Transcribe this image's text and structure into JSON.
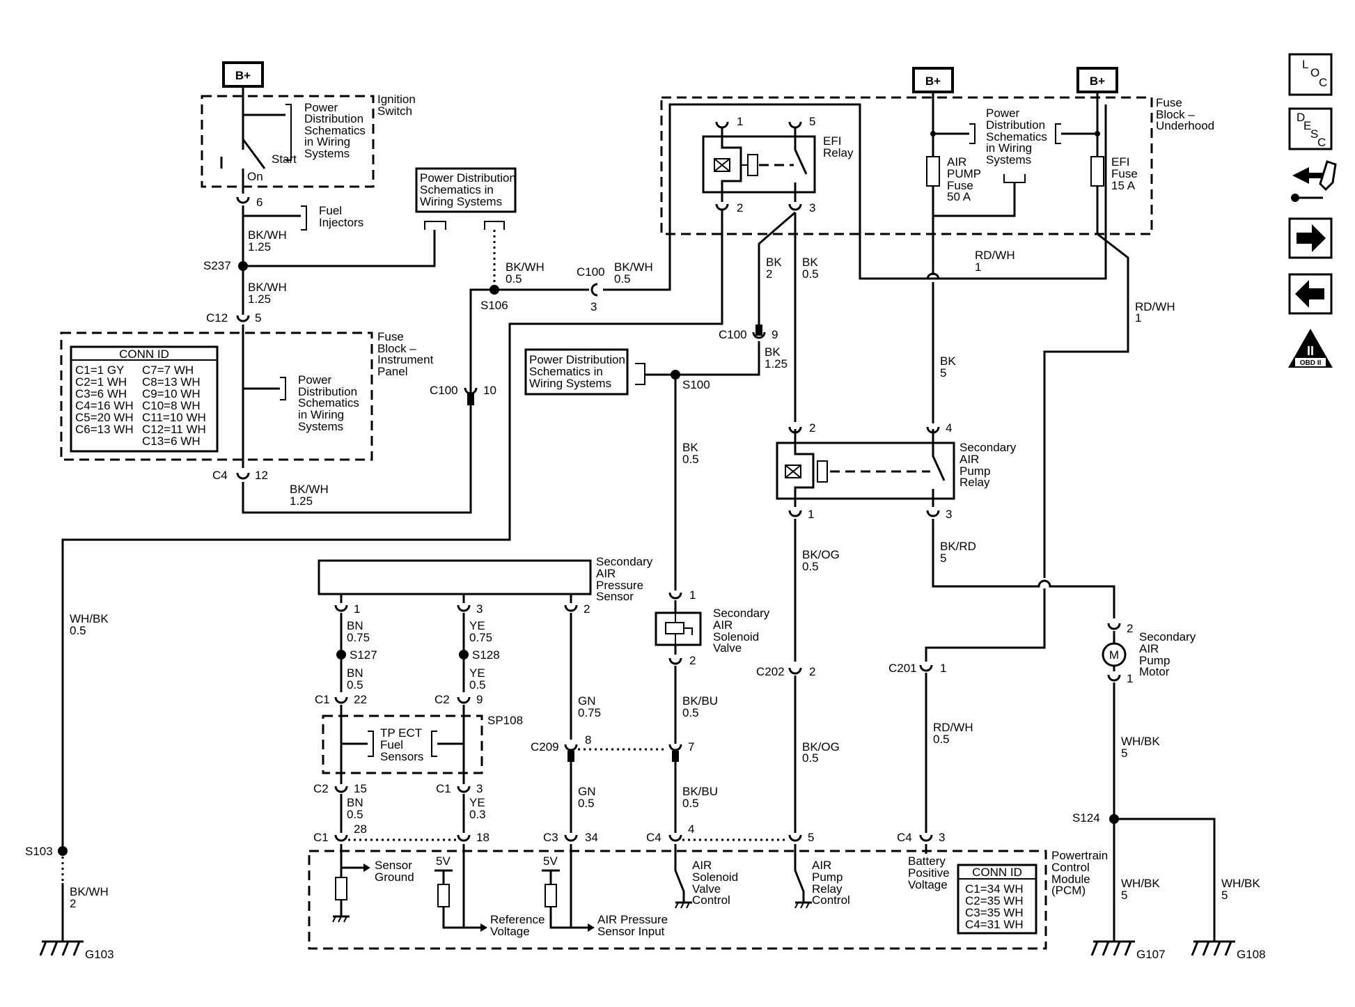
{
  "bplus": [
    "B+",
    "B+",
    "B+"
  ],
  "ignition": {
    "title": [
      "Ignition",
      "Switch"
    ],
    "pds": [
      "Power",
      "Distribution",
      "Schematics",
      "in Wiring",
      "Systems"
    ],
    "start": "Start",
    "on": "On",
    "pin": "6",
    "fuel": [
      "Fuel",
      "Injectors"
    ]
  },
  "pds_box_left": [
    "Power Distribution",
    "Schematics in",
    "Wiring Systems"
  ],
  "pds_box_mid": [
    "Power Distribution",
    "Schematics in",
    "Wiring Systems"
  ],
  "wires": {
    "bkwh125_a": [
      "BK/WH",
      "1.25"
    ],
    "bkwh125_b": [
      "BK/WH",
      "1.25"
    ],
    "bkwh125_c": [
      "BK/WH",
      "1.25"
    ],
    "bkwh05_s106": [
      "BK/WH",
      "0.5"
    ],
    "bkwh05_c100": [
      "BK/WH",
      "0.5"
    ],
    "whbk05": [
      "WH/BK",
      "0.5"
    ],
    "bkwh2": [
      "BK/WH",
      "2"
    ],
    "bk2": [
      "BK",
      "2"
    ],
    "bk05_relay": [
      "BK",
      "0.5"
    ],
    "bk125": [
      "BK",
      "1.25"
    ],
    "bk05_s100": [
      "BK",
      "0.5"
    ],
    "rdwh1_top": [
      "RD/WH",
      "1"
    ],
    "rdwh1_right": [
      "RD/WH",
      "1"
    ],
    "bk5": [
      "BK",
      "5"
    ],
    "bkog05_a": [
      "BK/OG",
      "0.5"
    ],
    "bkog05_b": [
      "BK/OG",
      "0.5"
    ],
    "bkrd5": [
      "BK/RD",
      "5"
    ],
    "rdwh05": [
      "RD/WH",
      "0.5"
    ],
    "whbk5_motor": [
      "WH/BK",
      "5"
    ],
    "whbk5_g107": [
      "WH/BK",
      "5"
    ],
    "whbk5_g108": [
      "WH/BK",
      "5"
    ],
    "bkbu05_a": [
      "BK/BU",
      "0.5"
    ],
    "bkbu05_b": [
      "BK/BU",
      "0.5"
    ],
    "gn075": [
      "GN",
      "0.75"
    ],
    "gn05": [
      "GN",
      "0.5"
    ],
    "bn075": [
      "BN",
      "0.75"
    ],
    "bn05_a": [
      "BN",
      "0.5"
    ],
    "bn05_b": [
      "BN",
      "0.5"
    ],
    "ye075": [
      "YE",
      "0.75"
    ],
    "ye05": [
      "YE",
      "0.5"
    ],
    "ye03": [
      "YE",
      "0.3"
    ]
  },
  "splices": {
    "s237": "S237",
    "s106": "S106",
    "s100": "S100",
    "s103": "S103",
    "s127": "S127",
    "s128": "S128",
    "s124": "S124",
    "sp108": "SP108"
  },
  "connectors": {
    "c12": "C12",
    "c12_pin": "5",
    "c4_left": "C4",
    "c4_left_pin": "12",
    "c100_10": "C100",
    "c100_10_pin": "10",
    "c100_3": "C100",
    "c100_3_pin": "3",
    "c100_9": "C100",
    "c100_9_pin": "9",
    "c202": "C202",
    "c202_pin": "2",
    "c201": "C201",
    "c201_pin": "1",
    "c209": "C209",
    "c209_pin": "8",
    "c209_pin2": "7",
    "c1_22": "C1",
    "c1_22_pin": "22",
    "c2_9": "C2",
    "c2_9_pin": "9",
    "c2_15": "C2",
    "c2_15_pin": "15",
    "c1_3": "C1",
    "c1_3_pin": "3",
    "c1_28": "C1",
    "c1_28_pin": "28",
    "c1_18_pin": "18",
    "c3_34": "C3",
    "c3_34_pin": "34",
    "c4_4": "C4",
    "c4_4_pin": "4",
    "c4_5_pin": "5",
    "c4_3": "C4",
    "c4_3_pin": "3"
  },
  "fuse_block_ip": {
    "title": [
      "Fuse",
      "Block –",
      "Instrument",
      "Panel"
    ],
    "conn_header": "CONN ID",
    "conn_left": [
      "C1=1 GY",
      "C2=1 WH",
      "C3=6 WH",
      "C4=16 WH",
      "C5=20 WH",
      "C6=13 WH"
    ],
    "conn_right": [
      "C7=7 WH",
      "C8=13 WH",
      "C9=10 WH",
      "C10=8 WH",
      "C11=10 WH",
      "C12=11 WH",
      "C13=6 WH"
    ],
    "pds": [
      "Power",
      "Distribution",
      "Schematics",
      "in Wiring",
      "Systems"
    ]
  },
  "fuse_block_uh": {
    "title": [
      "Fuse",
      "Block –",
      "Underhood"
    ],
    "efi_relay": [
      "EFI",
      "Relay"
    ],
    "relay_pins": [
      "1",
      "5",
      "2",
      "3"
    ],
    "air_pump_fuse": [
      "AIR",
      "PUMP",
      "Fuse",
      "50 A"
    ],
    "efi_fuse": [
      "EFI",
      "Fuse",
      "15 A"
    ],
    "pds": [
      "Power",
      "Distribution",
      "Schematics",
      "in Wiring",
      "Systems"
    ]
  },
  "sec_air_relay": {
    "label": [
      "Secondary",
      "AIR",
      "Pump",
      "Relay"
    ],
    "pins": [
      "2",
      "4",
      "1",
      "3"
    ]
  },
  "sec_air_sensor": {
    "label": [
      "Secondary",
      "AIR",
      "Pressure",
      "Sensor"
    ],
    "pins": [
      "1",
      "3",
      "2"
    ]
  },
  "solenoid": {
    "label": [
      "Secondary",
      "AIR",
      "Solenoid",
      "Valve"
    ],
    "pins": [
      "1",
      "2"
    ]
  },
  "motor": {
    "label": [
      "Secondary",
      "AIR",
      "Pump",
      "Motor"
    ],
    "symbol": "M",
    "pins": [
      "2",
      "1"
    ]
  },
  "tp_ect": [
    "TP ECT",
    "Fuel",
    "Sensors"
  ],
  "pcm": {
    "title": [
      "Powertrain",
      "Control",
      "Module",
      "(PCM)"
    ],
    "sensor_ground": [
      "Sensor",
      "Ground"
    ],
    "five_v_a": "5V",
    "five_v_b": "5V",
    "ref_voltage": [
      "Reference",
      "Voltage"
    ],
    "air_pressure": [
      "AIR Pressure",
      "Sensor Input"
    ],
    "solenoid_ctrl": [
      "AIR",
      "Solenoid",
      "Valve",
      "Control"
    ],
    "pump_ctrl": [
      "AIR",
      "Pump",
      "Relay",
      "Control"
    ],
    "battery": [
      "Battery",
      "Positive",
      "Voltage"
    ],
    "conn_header": "CONN ID",
    "conn": [
      "C1=34 WH",
      "C2=35 WH",
      "C3=35 WH",
      "C4=31 WH"
    ]
  },
  "grounds": [
    "G103",
    "G107",
    "G108"
  ],
  "nav": {
    "loc": [
      "L",
      "O",
      "C"
    ],
    "desc": [
      "D",
      "E",
      "S",
      "C"
    ],
    "obd": "OBD II",
    "obd_num": "II"
  }
}
